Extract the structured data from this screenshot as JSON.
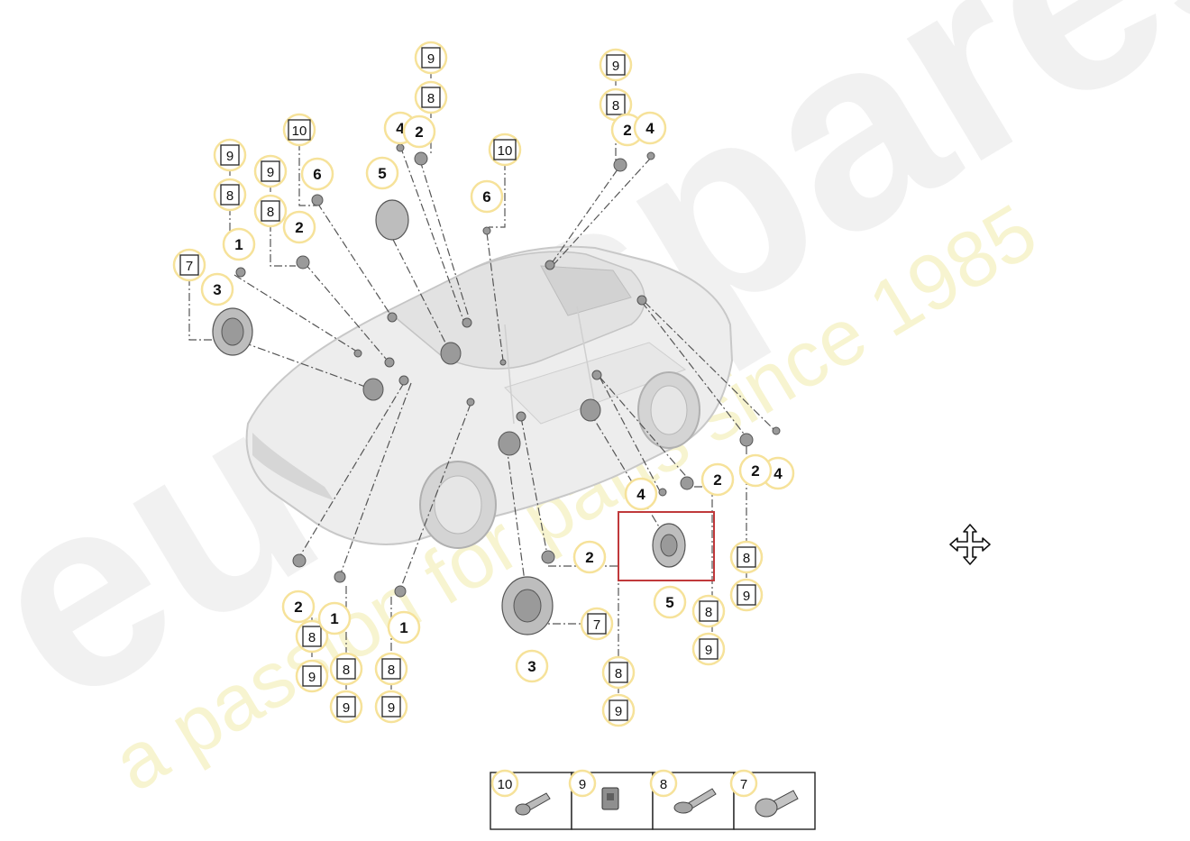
{
  "watermark": {
    "brand": "eurospares",
    "tagline": "a passion for parts since 1985"
  },
  "callouts": [
    {
      "n": "9",
      "shape": "box"
    },
    {
      "n": "8",
      "shape": "box"
    },
    {
      "n": "9",
      "shape": "box"
    },
    {
      "n": "8",
      "shape": "box"
    },
    {
      "n": "10",
      "shape": "box"
    },
    {
      "n": "9",
      "shape": "box"
    },
    {
      "n": "8",
      "shape": "box"
    },
    {
      "n": "4",
      "shape": "circle"
    },
    {
      "n": "2",
      "shape": "circle"
    },
    {
      "n": "10",
      "shape": "box"
    },
    {
      "n": "9",
      "shape": "box"
    },
    {
      "n": "8",
      "shape": "box"
    },
    {
      "n": "2",
      "shape": "circle"
    },
    {
      "n": "4",
      "shape": "circle"
    },
    {
      "n": "5",
      "shape": "circle"
    },
    {
      "n": "6",
      "shape": "circle"
    },
    {
      "n": "6",
      "shape": "circle"
    },
    {
      "n": "2",
      "shape": "circle"
    },
    {
      "n": "1",
      "shape": "circle"
    },
    {
      "n": "7",
      "shape": "box"
    },
    {
      "n": "3",
      "shape": "circle"
    },
    {
      "n": "2",
      "shape": "circle"
    },
    {
      "n": "4",
      "shape": "circle"
    },
    {
      "n": "4",
      "shape": "circle"
    },
    {
      "n": "2",
      "shape": "circle"
    },
    {
      "n": "8",
      "shape": "box"
    },
    {
      "n": "9",
      "shape": "box"
    },
    {
      "n": "2",
      "shape": "circle"
    },
    {
      "n": "5",
      "shape": "circle"
    },
    {
      "n": "8",
      "shape": "box"
    },
    {
      "n": "9",
      "shape": "box"
    },
    {
      "n": "2",
      "shape": "circle"
    },
    {
      "n": "8",
      "shape": "box"
    },
    {
      "n": "9",
      "shape": "box"
    },
    {
      "n": "1",
      "shape": "circle"
    },
    {
      "n": "8",
      "shape": "box"
    },
    {
      "n": "9",
      "shape": "box"
    },
    {
      "n": "1",
      "shape": "circle"
    },
    {
      "n": "8",
      "shape": "box"
    },
    {
      "n": "9",
      "shape": "box"
    },
    {
      "n": "7",
      "shape": "box"
    },
    {
      "n": "3",
      "shape": "circle"
    },
    {
      "n": "8",
      "shape": "box"
    },
    {
      "n": "9",
      "shape": "box"
    }
  ],
  "legend": [
    {
      "n": "10",
      "part": "bolt"
    },
    {
      "n": "9",
      "part": "clip-nut"
    },
    {
      "n": "8",
      "part": "screw"
    },
    {
      "n": "7",
      "part": "torx-bolt"
    }
  ]
}
